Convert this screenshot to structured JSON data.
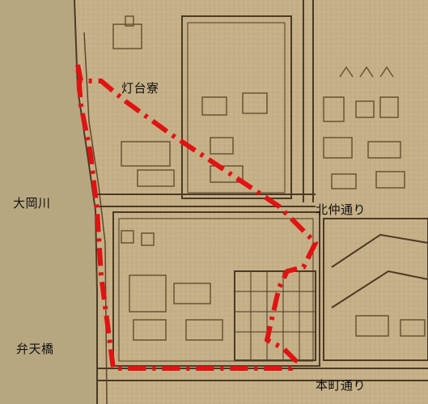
{
  "map": {
    "labels": {
      "lighthouse_dormitory": "灯台寮",
      "ooka_river": "大岡川",
      "kitanaka_street": "北仲通り",
      "benten_bridge": "弁天橋",
      "honcho_street": "本町通り"
    },
    "colors": {
      "paper": "#c9b48a",
      "ink": "#4a3a26",
      "boundary": "#e11212",
      "river": "#b8a882"
    }
  }
}
